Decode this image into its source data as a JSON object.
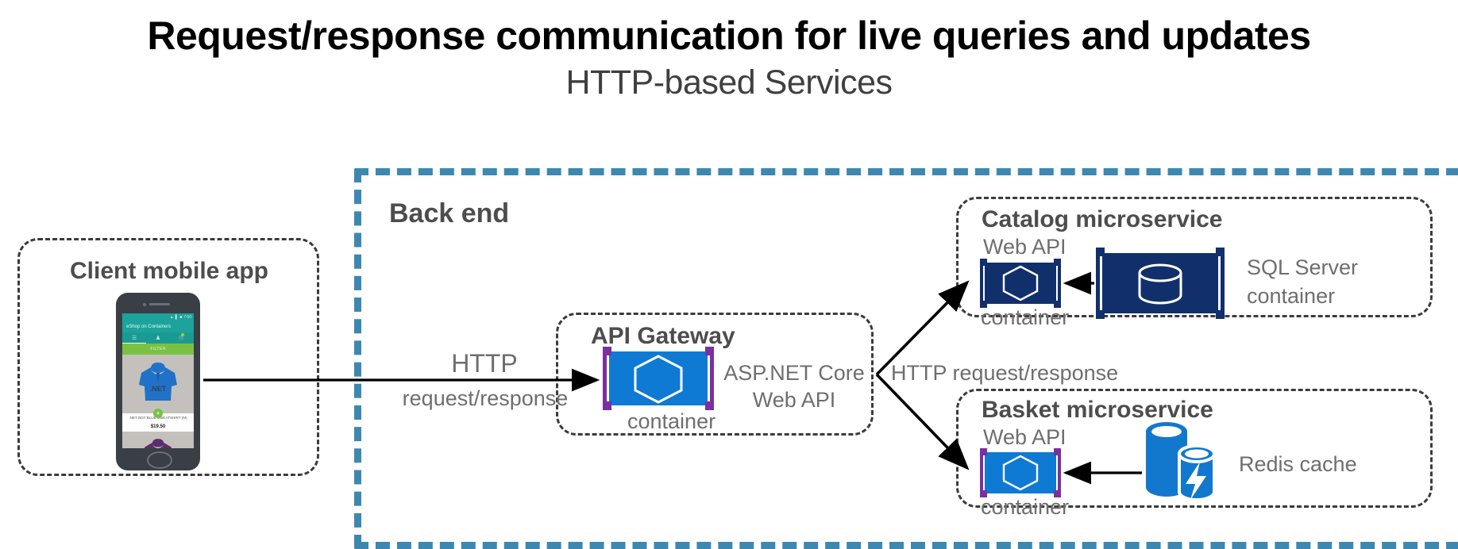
{
  "title": "Request/response communication for live queries and updates",
  "subtitle": "HTTP-based Services",
  "backend": {
    "label": "Back end"
  },
  "client": {
    "title": "Client mobile app",
    "phone": {
      "status_time": "7:00",
      "app_title": "eShop on Containers",
      "tabs": [
        "☰",
        "☷",
        "Ὥ2"
      ],
      "filter_label": "FILTER",
      "product_name": ".NET BOT BLUE SWEATSHIRT (M)",
      "product_price": "$19.50",
      "brand_text": ".NET",
      "add_icon": "+"
    }
  },
  "gateway": {
    "title": "API Gateway",
    "container_label": "container",
    "tech_label_line1": "ASP.NET Core",
    "tech_label_line2": "Web API"
  },
  "catalog": {
    "title": "Catalog microservice",
    "webapi_label": "Web API",
    "container_label": "container",
    "db_label_line1": "SQL Server",
    "db_label_line2": "container"
  },
  "basket": {
    "title": "Basket microservice",
    "webapi_label": "Web API",
    "container_label": "container",
    "cache_label": "Redis cache"
  },
  "edges": {
    "client_to_gateway_line1": "HTTP",
    "client_to_gateway_line2": "request/response",
    "gateway_to_services": "HTTP request/response"
  },
  "colors": {
    "backend_dash": "#3d88b0",
    "box_dash": "#3b3b3b",
    "container_blue": "#0e7ad4",
    "container_navy": "#11306b",
    "container_purple": "#7b2fa0",
    "container_navy_bracket": "#11306b",
    "redis_blue": "#1278cd",
    "title_text": "#000000",
    "label_text": "#6e6e6e",
    "heading_text": "#4d4d4d"
  }
}
